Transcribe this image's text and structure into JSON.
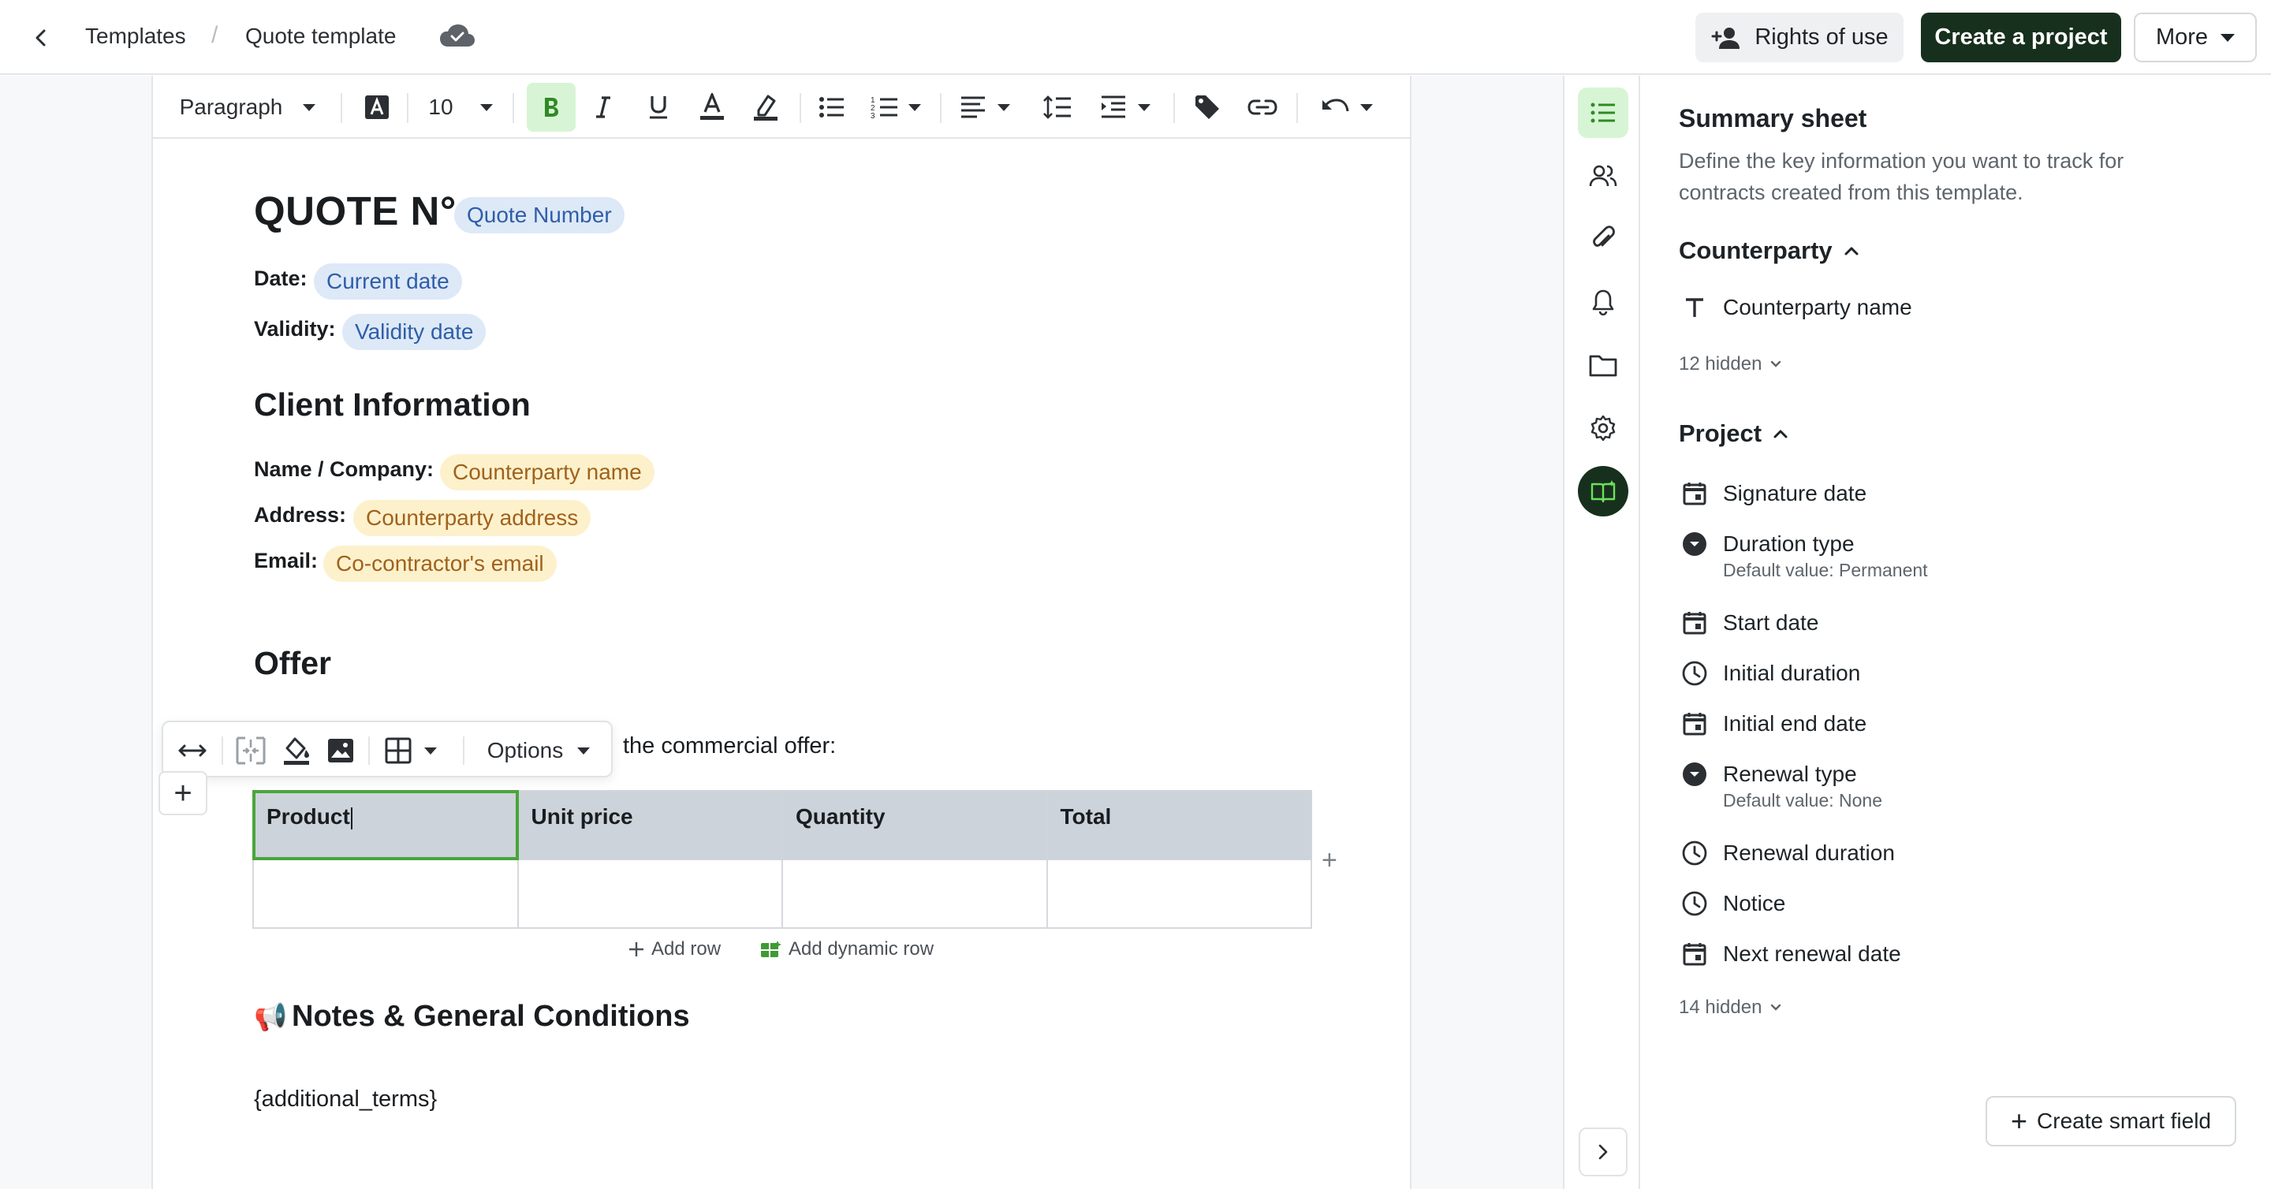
{
  "header": {
    "breadcrumb": [
      "Templates",
      "Quote template"
    ],
    "rights_label": "Rights of use",
    "create_label": "Create a project",
    "more_label": "More"
  },
  "toolbar": {
    "paragraph_style": "Paragraph",
    "font_size": "10",
    "icons": [
      "text-color-box-icon",
      "bold-icon",
      "italic-icon",
      "underline-icon",
      "font-color-icon",
      "highlight-icon",
      "bullet-list-icon",
      "numbered-list-icon",
      "align-icon",
      "line-height-icon",
      "indent-icon",
      "tag-icon",
      "link-icon",
      "undo-icon"
    ]
  },
  "document": {
    "title": "QUOTE N°",
    "quote_number_chip": "Quote Number",
    "date_label": "Date:",
    "date_chip": "Current date",
    "validity_label": "Validity:",
    "validity_chip": "Validity date",
    "client_heading": "Client Information",
    "name_label": "Name / Company:",
    "name_chip": "Counterparty name",
    "address_label": "Address:",
    "address_chip": "Counterparty address",
    "email_label": "Email:",
    "email_chip": "Co-contractor's email",
    "offer_heading": "Offer",
    "offer_text": "the commercial offer:",
    "table_headers": [
      "Product",
      "Unit price",
      "Quantity",
      "Total"
    ],
    "add_row": "Add row",
    "add_dynamic_row": "Add dynamic row",
    "notes_heading": "Notes & General Conditions",
    "notes_emoji": "📢",
    "additional_terms": "{additional_terms}"
  },
  "table_toolbar": {
    "options_label": "Options"
  },
  "panel": {
    "title": "Summary sheet",
    "description": "Define the key information you want to track for contracts created from this template.",
    "counterparty": {
      "label": "Counterparty",
      "fields": [
        {
          "name": "Counterparty name",
          "icon": "text-icon"
        }
      ],
      "hidden": "12 hidden"
    },
    "project": {
      "label": "Project",
      "fields": [
        {
          "name": "Signature date",
          "icon": "calendar-icon",
          "sub": ""
        },
        {
          "name": "Duration type",
          "icon": "dropdown-icon",
          "sub": "Default value: Permanent"
        },
        {
          "name": "Start date",
          "icon": "calendar-icon",
          "sub": ""
        },
        {
          "name": "Initial duration",
          "icon": "clock-icon",
          "sub": ""
        },
        {
          "name": "Initial end date",
          "icon": "calendar-icon",
          "sub": ""
        },
        {
          "name": "Renewal type",
          "icon": "dropdown-icon",
          "sub": "Default value: None"
        },
        {
          "name": "Renewal duration",
          "icon": "clock-icon",
          "sub": ""
        },
        {
          "name": "Notice",
          "icon": "clock-icon",
          "sub": ""
        },
        {
          "name": "Next renewal date",
          "icon": "calendar-icon",
          "sub": ""
        }
      ],
      "hidden": "14 hidden"
    },
    "create_smart_field": "Create smart field"
  },
  "colors": {
    "brand_dark": "#17301d",
    "active_green": "#d7f5d4",
    "chip_blue": "#dde9f7",
    "chip_yellow": "#fdf1cc"
  }
}
